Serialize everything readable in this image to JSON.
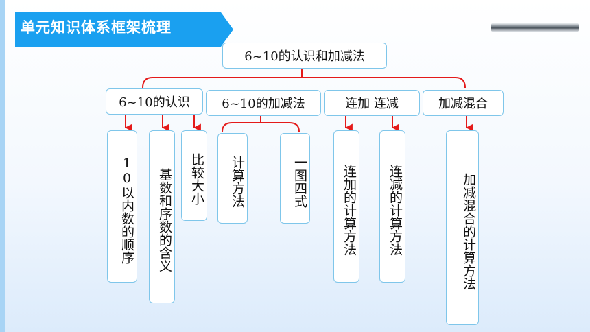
{
  "header": {
    "title": "单元知识体系框架梳理"
  },
  "root": {
    "label": "6~10的认识和加减法"
  },
  "branches": [
    {
      "label": "6~10的认识"
    },
    {
      "label": "6~10的加减法"
    },
    {
      "label": "连加  连减"
    },
    {
      "label": "加减混合"
    }
  ],
  "leaves": [
    {
      "label": "10以内数的顺序"
    },
    {
      "label": "基数和序数的含义"
    },
    {
      "label": "比较大小"
    },
    {
      "label": "计算方法"
    },
    {
      "label": "一图四式"
    },
    {
      "label": "连加的计算方法"
    },
    {
      "label": "连减的计算方法"
    },
    {
      "label": "加减混合的计算方法"
    }
  ],
  "colors": {
    "banner": "#1aa0f0",
    "connector": "#e41a1a",
    "box_border": "#7fc6ea"
  }
}
